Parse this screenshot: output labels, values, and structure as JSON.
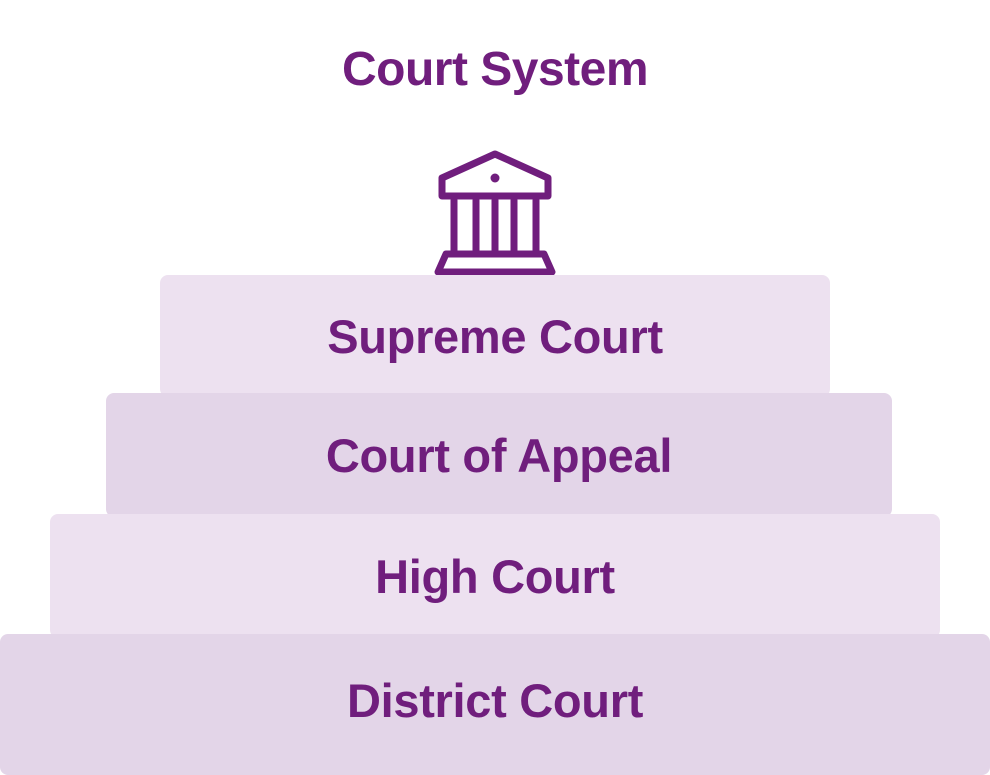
{
  "title": "Court System",
  "icon": "courthouse-icon",
  "colors": {
    "accent": "#701e7d",
    "tier_light": "#ede1f0",
    "tier_dark": "#e3d5e8"
  },
  "tiers": [
    {
      "label": "Supreme Court"
    },
    {
      "label": "Court of Appeal"
    },
    {
      "label": "High Court"
    },
    {
      "label": "District Court"
    }
  ]
}
